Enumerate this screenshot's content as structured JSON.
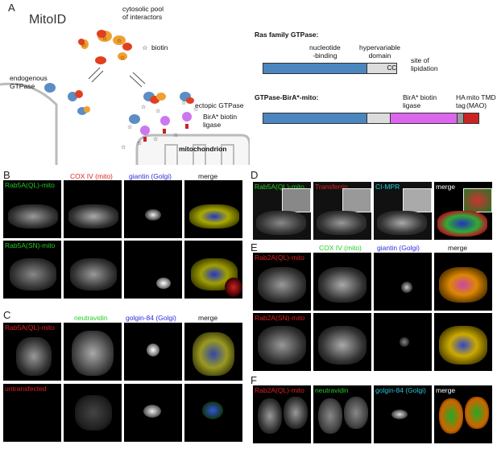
{
  "panel_a": {
    "letter": "A",
    "title": "MitoID",
    "cytosolic_label": "cytosolic pool\nof interactors",
    "biotin": "biotin",
    "endogenous": "endogenous\nGTPase",
    "ectopic": "ectopic GTPase",
    "birA": "BirA* biotin\nligase",
    "mitochondrion": "mitochondrion",
    "ras_title": "Ras family GTPase:",
    "nucleotide": "nucleotide\n-binding",
    "hypervariable": "hypervariable\ndomain",
    "cc": "CC",
    "site": "site of\nlipidation",
    "fusion_title": "GTPase-BirA*-mito:",
    "birA_ligase": "BirA* biotin\nligase",
    "ha_tag": "HA\ntag",
    "mito_tmd": "mito TMD\n(MAO)"
  },
  "panel_b": {
    "letter": "B",
    "row1_label": "Rab5A(QL)-mito",
    "cox": "COX IV (mito)",
    "giantin": "giantin (Golgi)",
    "merge": "merge",
    "row2_label": "Rab5A(SN)-mito"
  },
  "panel_c": {
    "letter": "C",
    "row1_label": "Rab5A(QL)-mito",
    "neutravidin": "neutravidin",
    "golgin": "golgin-84 (Golgi)",
    "merge": "merge",
    "row2_label": "untransfected"
  },
  "panel_d": {
    "letter": "D",
    "label1": "Rab5A(QL)-mito",
    "label2": "Transferrin",
    "label3": "CI-MPR",
    "merge": "merge"
  },
  "panel_e": {
    "letter": "E",
    "row1_label": "Rab2A(QL)-mito",
    "cox": "COX IV (mito)",
    "giantin": "giantin (Golgi)",
    "merge": "merge",
    "row2_label": "Rab2A(SN)-mito"
  },
  "panel_f": {
    "letter": "F",
    "label1": "Rab2A(QL)-mito",
    "neutravidin": "neutravidin",
    "golgin": "golgin-84 (Golgi)",
    "merge": "merge"
  },
  "colors": {
    "green": "#22cc22",
    "red": "#e02020",
    "blue": "#2a2ae0",
    "cyan": "#22c8d8",
    "domain_blue": "#4a86c0",
    "domain_grey": "#dcdcdc",
    "domain_magenta": "#dd66ee",
    "domain_red": "#cc2222"
  }
}
